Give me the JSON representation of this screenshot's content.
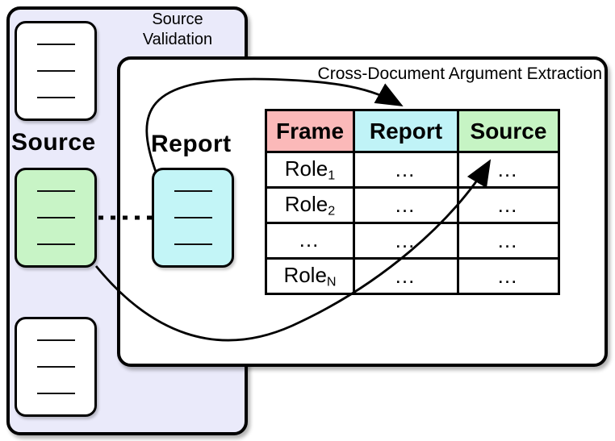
{
  "source_panel": {
    "title": "Source Validation",
    "label": "Source",
    "documents": [
      {
        "name": "source-doc-top",
        "fill": "#ffffff"
      },
      {
        "name": "source-doc-selected",
        "fill": "#c8f4c6"
      },
      {
        "name": "source-doc-bottom",
        "fill": "#ffffff"
      }
    ]
  },
  "extraction_panel": {
    "title": "Cross-Document Argument Extraction",
    "report_label": "Report",
    "report_doc_fill": "#c3f5f7"
  },
  "table": {
    "headers": [
      {
        "label": "Frame",
        "fill": "#fbb9b9"
      },
      {
        "label": "Report",
        "fill": "#c0f3f7"
      },
      {
        "label": "Source",
        "fill": "#c6f4c4"
      }
    ],
    "rows": [
      {
        "role_base": "Role",
        "role_sub": "1",
        "report": "…",
        "source": "…"
      },
      {
        "role_base": "Role",
        "role_sub": "2",
        "report": "…",
        "source": "…"
      },
      {
        "role_base": "…",
        "role_sub": "",
        "report": "…",
        "source": "…"
      },
      {
        "role_base": "Role",
        "role_sub": "N",
        "report": "…",
        "source": "…"
      }
    ]
  },
  "colors": {
    "outer_panel_bg": "#eaeafa",
    "inner_panel_bg": "#ffffff",
    "border": "#000000"
  }
}
